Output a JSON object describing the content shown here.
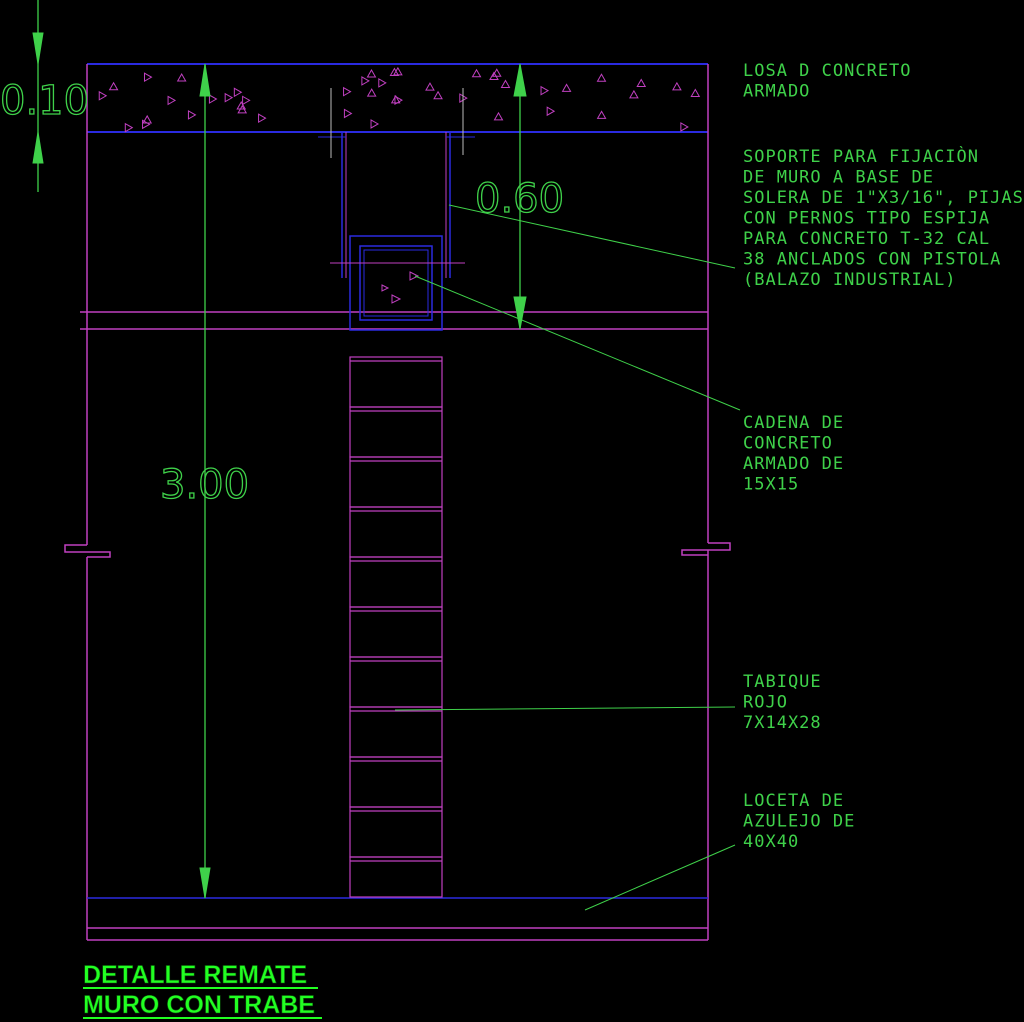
{
  "dimensions": {
    "slab": "0.10",
    "beam": "0.60",
    "wall_height": "3.00"
  },
  "labels": {
    "slab": [
      "LOSA D CONCRETO",
      "ARMADO"
    ],
    "support": [
      "SOPORTE PARA FIJACIÒN",
      "DE MURO A BASE DE",
      "SOLERA DE 1\"X3/16\", PIJAS",
      "CON PERNOS TIPO ESPIJA",
      "PARA CONCRETO T-32 CAL",
      "38 ANCLADOS CON PISTOLA",
      "(BALAZO INDUSTRIAL)"
    ],
    "chain": [
      "CADENA DE",
      "CONCRETO",
      "ARMADO DE",
      "15X15"
    ],
    "brick": [
      "TABIQUE",
      "ROJO",
      "7X14X28"
    ],
    "tile": [
      "LOCETA DE",
      "AZULEJO DE",
      "40X40"
    ]
  },
  "title": {
    "line1": "DETALLE REMATE",
    "line2": "MURO CON TRABE"
  },
  "colors": {
    "background": "#000000",
    "dimension": "#3fd14a",
    "wall": "#c040c0",
    "structure": "#2020e0",
    "title": "#22ff22"
  }
}
